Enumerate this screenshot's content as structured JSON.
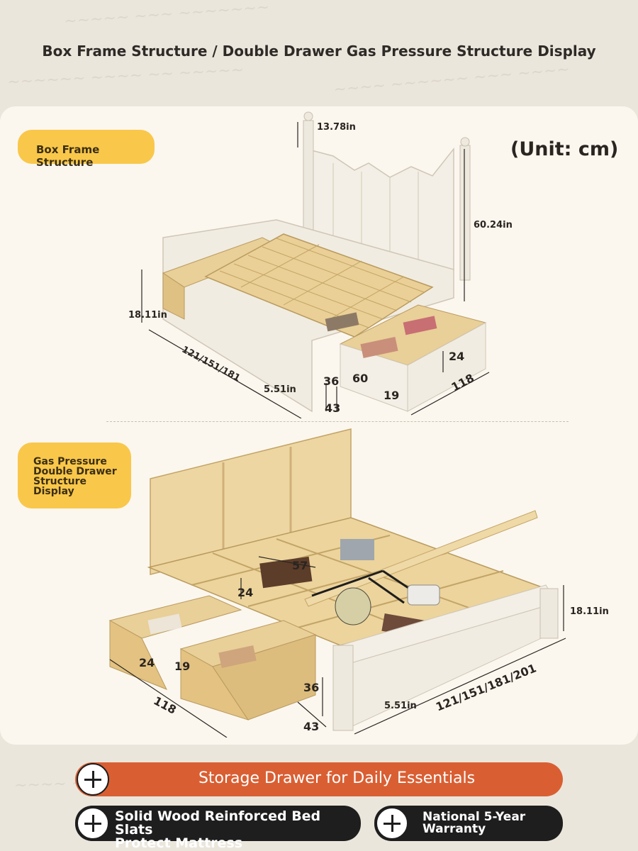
{
  "title": "Box Frame Structure / Double Drawer Gas Pressure Structure Display",
  "section1": {
    "label": "Box Frame Structure",
    "unit": "(Unit: cm)",
    "dims": {
      "post_top": "13.78in",
      "headboard_height": "60.24in",
      "bed_height": "18.11in",
      "width_options": "121/151/181",
      "leg_height": "5.51in",
      "drawer_depth_a": "36",
      "drawer_gap": "43",
      "drawer_width": "60",
      "drawer_inner": "19",
      "drawer_height": "24",
      "drawer_length": "118"
    }
  },
  "section2": {
    "label": "Gas Pressure Double Drawer Structure Display",
    "label_lines": [
      "Gas Pressure",
      "Double Drawer",
      "Structure",
      "Display"
    ],
    "dims": {
      "compartment_a": "57",
      "compartment_b": "24",
      "bed_height": "18.11in",
      "drawer_height": "24",
      "drawer_inner": "19",
      "drawer_length": "118",
      "drawer_depth": "36",
      "leg_height": "5.51in",
      "width_options": "121/151/181/201",
      "drawer_gap": "43"
    }
  },
  "features": {
    "main": "Storage Drawer for Daily Essentials",
    "feature_1_lines": [
      "Solid Wood Reinforced Bed Slats",
      "Protect Mattress"
    ],
    "feature_2_lines": [
      "National 5-Year",
      "Warranty"
    ]
  },
  "colors": {
    "accent_yellow": "#f9c74a",
    "accent_orange": "#d95f33",
    "dark": "#1e1e1e",
    "wood": "#e7c98f",
    "white_wood": "#f3efe6"
  }
}
